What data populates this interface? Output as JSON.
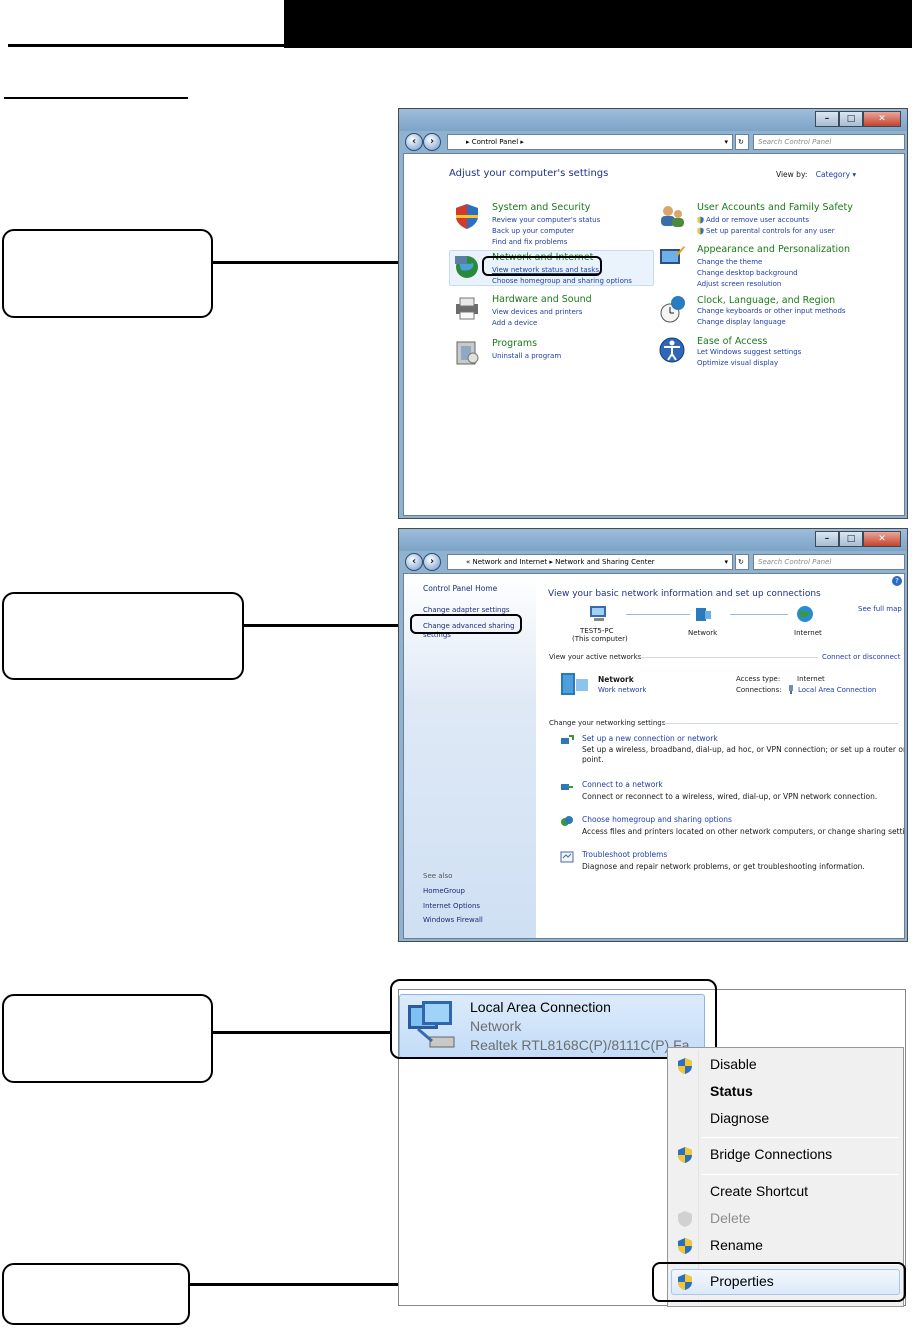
{
  "window1": {
    "breadcrumb": "Control Panel",
    "search_placeholder": "Search Control Panel",
    "heading": "Adjust your computer's settings",
    "view_by_label": "View by:",
    "view_by_value": "Category",
    "categories": [
      {
        "title": "System and Security",
        "links": [
          "Review your computer's status",
          "Back up your computer",
          "Find and fix problems"
        ]
      },
      {
        "title": "Network and Internet",
        "links": [
          "View network status and tasks",
          "Choose homegroup and sharing options"
        ]
      },
      {
        "title": "Hardware and Sound",
        "links": [
          "View devices and printers",
          "Add a device"
        ]
      },
      {
        "title": "Programs",
        "links": [
          "Uninstall a program"
        ]
      },
      {
        "title": "User Accounts and Family Safety",
        "links": [
          "Add or remove user accounts",
          "Set up parental controls for any user"
        ]
      },
      {
        "title": "Appearance and Personalization",
        "links": [
          "Change the theme",
          "Change desktop background",
          "Adjust screen resolution"
        ]
      },
      {
        "title": "Clock, Language, and Region",
        "links": [
          "Change keyboards or other input methods",
          "Change display language"
        ]
      },
      {
        "title": "Ease of Access",
        "links": [
          "Let Windows suggest settings",
          "Optimize visual display"
        ]
      }
    ]
  },
  "window2": {
    "breadcrumb_parent": "Network and Internet",
    "breadcrumb_current": "Network and Sharing Center",
    "search_placeholder": "Search Control Panel",
    "sidebar": {
      "home": "Control Panel Home",
      "change_adapter": "Change adapter settings",
      "change_sharing_1": "Change advanced sharing",
      "change_sharing_2": "settings",
      "see_also": "See also",
      "see_also_items": [
        "HomeGroup",
        "Internet Options",
        "Windows Firewall"
      ]
    },
    "heading": "View your basic network information and set up connections",
    "see_full_map": "See full map",
    "map": {
      "computer": "TEST5-PC",
      "computer_sub": "(This computer)",
      "network": "Network",
      "internet": "Internet"
    },
    "active_networks_label": "View your active networks",
    "connect_disconnect": "Connect or disconnect",
    "network_name": "Network",
    "network_type": "Work network",
    "access_type_label": "Access type:",
    "access_type_value": "Internet",
    "connections_label": "Connections:",
    "connections_value": "Local Area Connection",
    "change_settings_label": "Change your networking settings",
    "tasks": [
      {
        "title": "Set up a new connection or network",
        "desc1": "Set up a wireless, broadband, dial-up, ad hoc, or VPN connection; or set up a router or access",
        "desc2": "point."
      },
      {
        "title": "Connect to a network",
        "desc1": "Connect or reconnect to a wireless, wired, dial-up, or VPN network connection."
      },
      {
        "title": "Choose homegroup and sharing options",
        "desc1": "Access files and printers located on other network computers, or change sharing settings."
      },
      {
        "title": "Troubleshoot problems",
        "desc1": "Diagnose and repair network problems, or get troubleshooting information."
      }
    ]
  },
  "connection": {
    "name": "Local Area Connection",
    "network": "Network",
    "adapter": "Realtek RTL8168C(P)/8111C(P) Fa"
  },
  "context_menu": {
    "items": [
      "Disable",
      "Status",
      "Diagnose",
      "Bridge Connections",
      "Create Shortcut",
      "Delete",
      "Rename",
      "Properties"
    ]
  }
}
